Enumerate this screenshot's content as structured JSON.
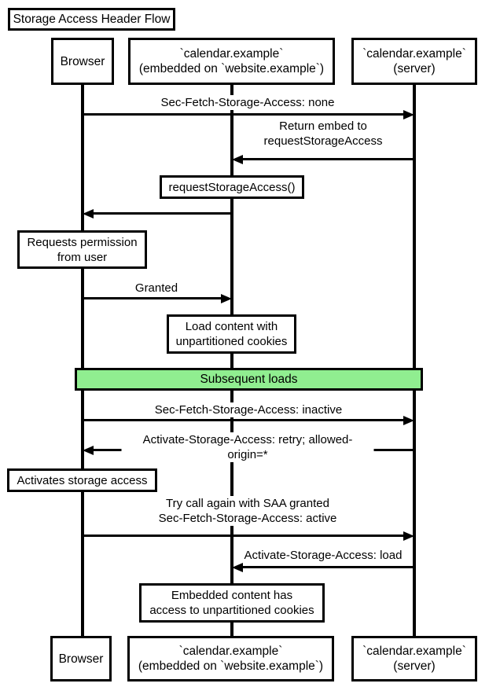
{
  "title": "Storage Access Header Flow",
  "participants": [
    {
      "id": "browser",
      "label": "Browser"
    },
    {
      "id": "embed",
      "label": "`calendar.example`\n(embedded on `website.example`)"
    },
    {
      "id": "server",
      "label": "`calendar.example`\n(server)"
    }
  ],
  "messages": [
    {
      "from": "browser",
      "to": "server",
      "label": "Sec-Fetch-Storage-Access: none"
    },
    {
      "from": "server",
      "to": "embed",
      "label": "Return embed to\nrequestStorageAccess"
    },
    {
      "from": "embed",
      "to": "browser",
      "label": "requestStorageAccess()"
    },
    {
      "type": "note",
      "over": "browser",
      "label": "Requests permission\nfrom user"
    },
    {
      "from": "browser",
      "to": "embed",
      "label": "Granted"
    },
    {
      "type": "note",
      "over": "embed",
      "label": "Load content with\nunpartitioned cookies"
    },
    {
      "type": "divider",
      "label": "Subsequent loads"
    },
    {
      "from": "browser",
      "to": "server",
      "label": "Sec-Fetch-Storage-Access: inactive"
    },
    {
      "from": "server",
      "to": "browser",
      "label": "Activate-Storage-Access: retry; allowed-origin=*"
    },
    {
      "type": "note",
      "over": "browser",
      "label": "Activates storage access"
    },
    {
      "from": "browser",
      "to": "server",
      "label": "Try call again with SAA granted\nSec-Fetch-Storage-Access: active"
    },
    {
      "from": "server",
      "to": "embed",
      "label": "Activate-Storage-Access: load"
    },
    {
      "type": "note",
      "over": "embed",
      "label": "Embedded content has\naccess to unpartitioned cookies"
    }
  ],
  "colors": {
    "line": "#000000",
    "label_background": "#ffffff",
    "divider_fill": "#90ee90"
  }
}
